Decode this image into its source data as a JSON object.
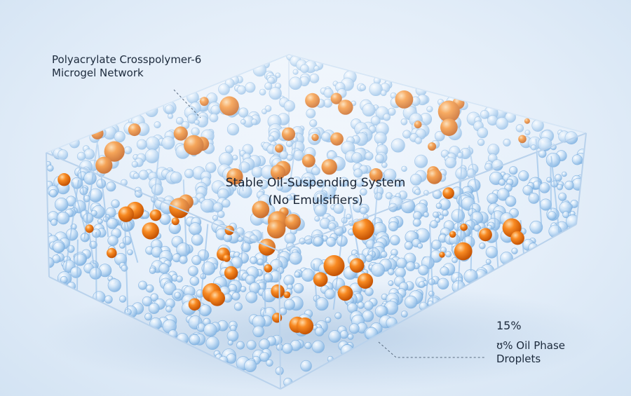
{
  "labels": {
    "network_line1": "Polyacrylate Crosspolymer-6",
    "network_line2": "Microgel Network",
    "center_line1": "Stable Oil-Suspending System",
    "center_line2": "(No Emulsifiers)",
    "oil_percent": "15%",
    "oil_line1": "ʊ% Oil Phase",
    "oil_line2": "Droplets"
  },
  "colors": {
    "microgel": "#a9cdf0",
    "oil": "#f07a16",
    "box_edge": "#b9d2ec",
    "leader": "#5a6c80"
  }
}
